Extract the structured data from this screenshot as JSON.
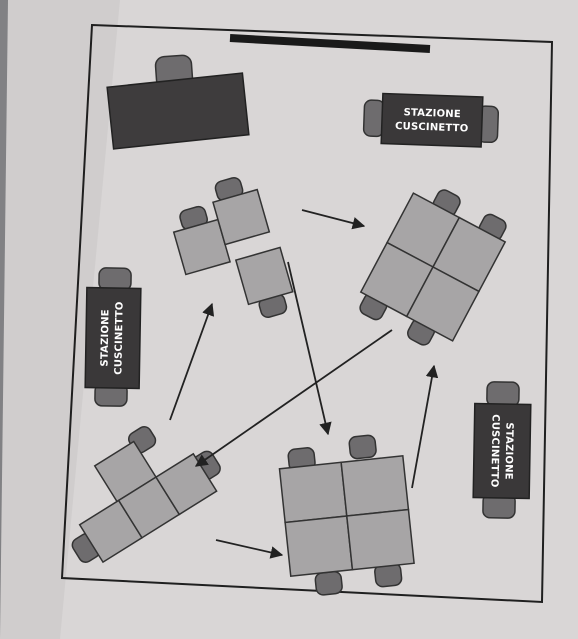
{
  "diagram": {
    "stations": [
      {
        "line1": "STAZIONE",
        "line2": "CUSCINETTO"
      },
      {
        "line1": "STAZIONE",
        "line2": "CUSCINETTO"
      },
      {
        "line1": "STAZIONE",
        "line2": "CUSCINETTO"
      }
    ]
  },
  "colors": {
    "background": "#2b2d33",
    "paper": "#d9d6d6",
    "desk": "#a7a5a6",
    "chair": "#6e6c6e",
    "station": "#3a3839",
    "line": "#222222"
  }
}
